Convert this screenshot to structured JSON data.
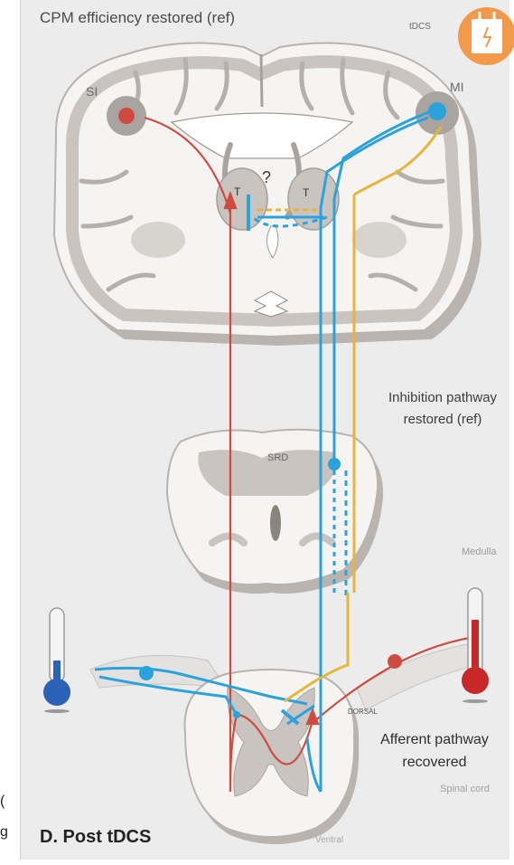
{
  "title": "CPM efficiency restored (ref)",
  "labels": {
    "s1": "SI",
    "m1": "MI",
    "tdcs": "tDCS",
    "question": "?",
    "thalamus_left": "T",
    "thalamus_right": "T",
    "srd": "SRD",
    "inhibition": "Inhibition pathway restored (ref)",
    "medulla": "Medulla",
    "dorsal": "DORSAL",
    "afferent": "Afferent pathway recovered",
    "spinal_cord": "Spinal cord",
    "ventral": "Ventral",
    "panel": "D. Post tDCS",
    "margin_1": "(",
    "margin_2": "g"
  },
  "colors": {
    "ascending_pathway": "#cf4b3f",
    "descending_pathway": "#2aa3dd",
    "inhibitory_signal": "#e8b53a",
    "tdcs_badge": "#f39a4a",
    "brain_tissue": "#f5f4f2",
    "grey_matter": "#c9c4c0",
    "cold_thermometer": "#2a62b8",
    "hot_thermometer": "#c92828"
  },
  "icons": [
    "tdcs-device-icon",
    "cold-thermometer-icon",
    "hot-thermometer-icon"
  ]
}
